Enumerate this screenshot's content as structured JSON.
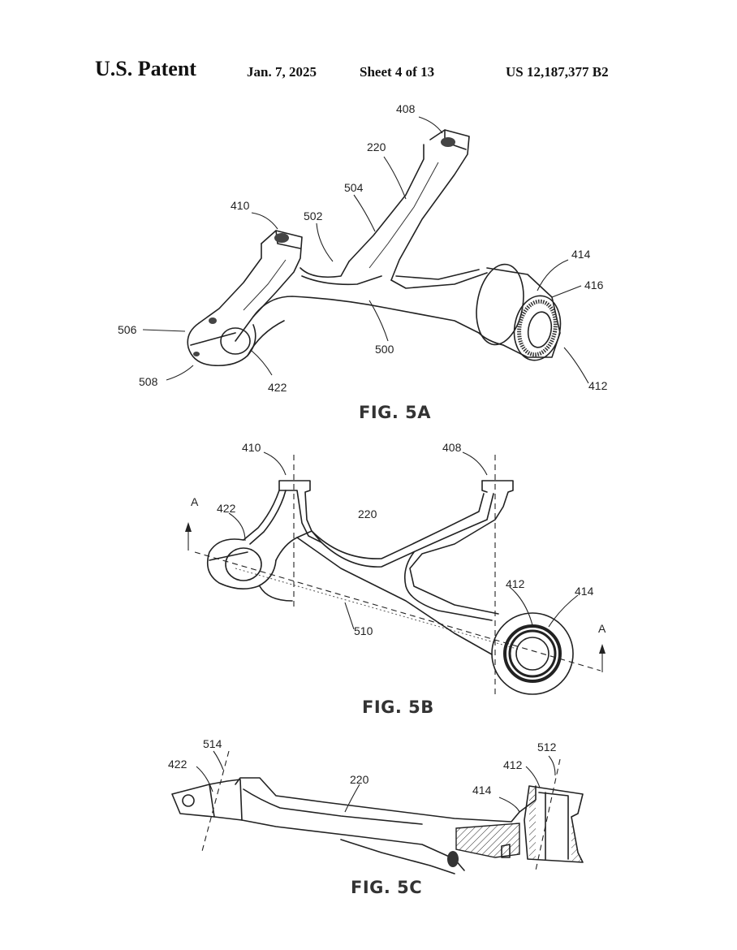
{
  "header": {
    "title": "U.S. Patent",
    "date": "Jan. 7, 2025",
    "sheet": "Sheet 4 of 13",
    "patent_number": "US 12,187,377 B2"
  },
  "figures": [
    {
      "caption": "FIG. 5A",
      "labels": [
        "408",
        "220",
        "504",
        "502",
        "410",
        "414",
        "416",
        "506",
        "500",
        "508",
        "422",
        "412"
      ]
    },
    {
      "caption": "FIG. 5B",
      "labels": [
        "410",
        "408",
        "A",
        "422",
        "220",
        "412",
        "414",
        "510",
        "A"
      ]
    },
    {
      "caption": "FIG. 5C",
      "labels": [
        "514",
        "512",
        "422",
        "220",
        "412",
        "414"
      ]
    }
  ]
}
